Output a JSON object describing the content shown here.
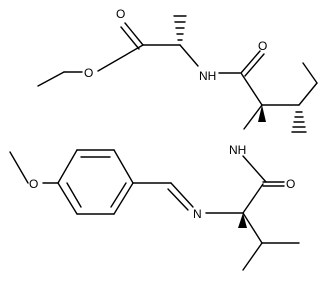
{
  "molecule": {
    "atoms": {
      "o_carbonyl_ester": "O",
      "o_ester": "O",
      "nh_upper": "NH",
      "o_amide_upper": "O",
      "nh_lower": "NH",
      "o_amide_lower": "O",
      "n_imine": "N",
      "o_methoxy": "O"
    }
  }
}
